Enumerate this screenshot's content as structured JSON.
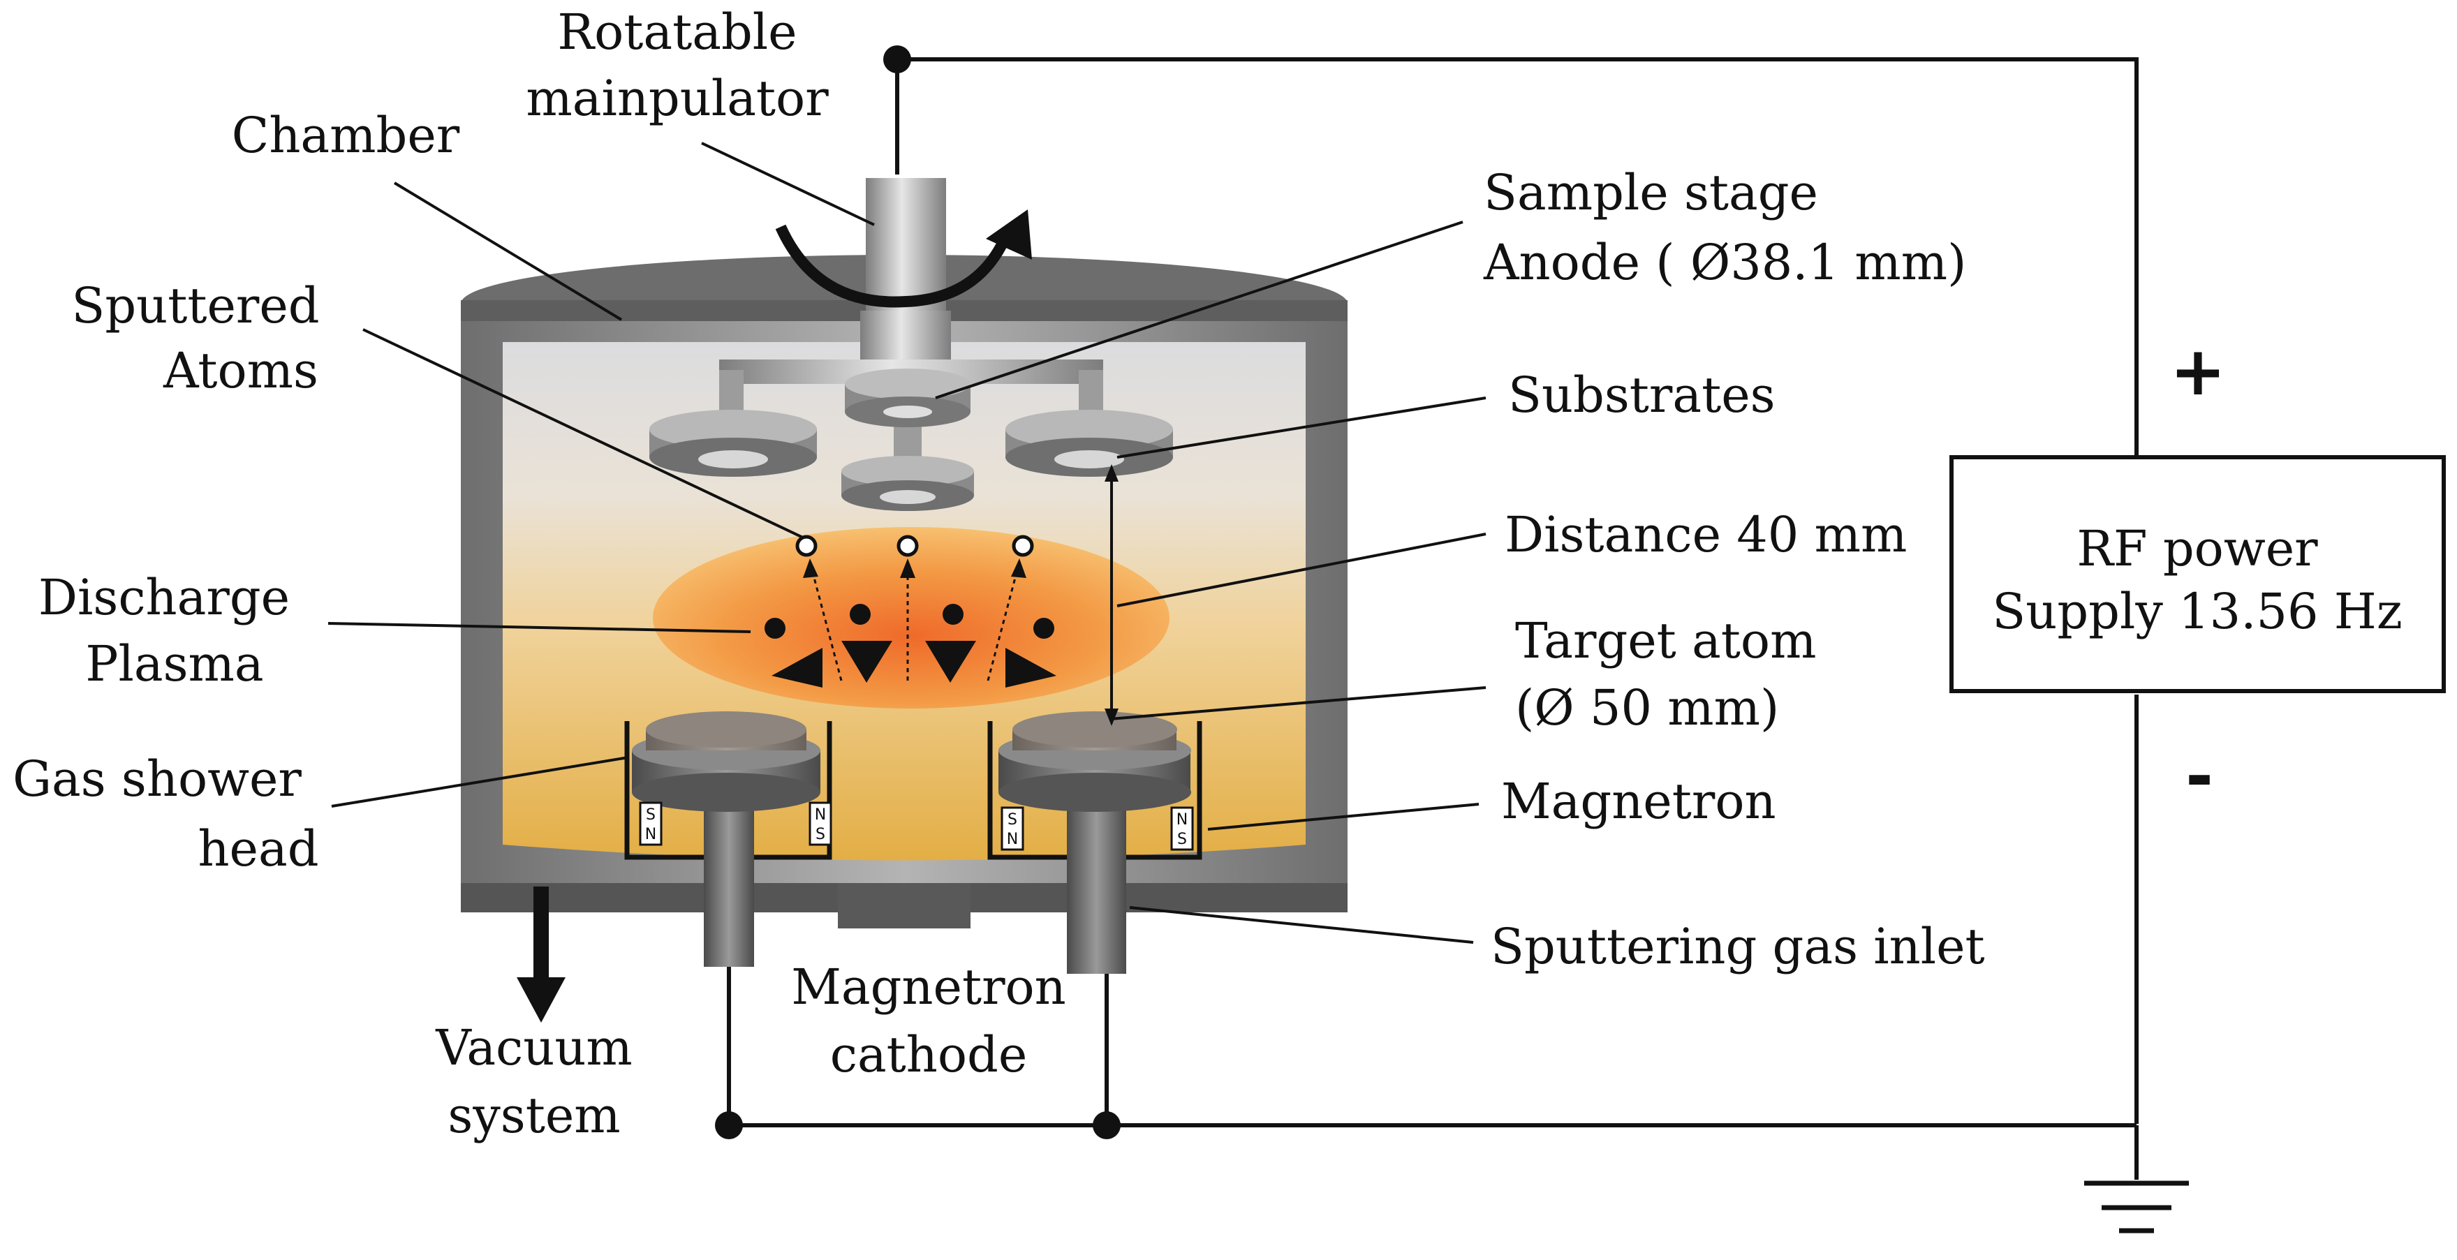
{
  "labels": {
    "rotatable_line1": "Rotatable",
    "rotatable_line2": "mainpulator",
    "chamber": "Chamber",
    "sample_stage_line1": "Sample stage",
    "sample_stage_line2": "Anode ( Ø38.1 mm)",
    "sputtered_line1": "Sputtered",
    "sputtered_line2": "Atoms",
    "substrates": "Substrates",
    "distance": "Distance 40 mm",
    "discharge_line1": "Discharge",
    "discharge_line2": "Plasma",
    "target_line1": "Target atom",
    "target_line2": "(Ø 50 mm)",
    "gas_shower_line1": "Gas shower",
    "gas_shower_line2": "head",
    "magnetron": "Magnetron",
    "sputtering_gas": "Sputtering gas inlet",
    "magnetron_cathode_line1": "Magnetron",
    "magnetron_cathode_line2": "cathode",
    "vacuum_line1": "Vacuum",
    "vacuum_line2": "system",
    "rf_line1": "RF power",
    "rf_line2": "Supply 13.56 Hz",
    "plus": "+",
    "minus": "-"
  },
  "magnet_letters": {
    "left_top": "S",
    "left_bottom": "N",
    "right_top": "N",
    "right_bottom": "S"
  },
  "colors": {
    "chamber_wall": "#8d8d8d",
    "plasma": "#f29a3c",
    "gas_fill": "#e8b550",
    "wire": "#111111"
  }
}
